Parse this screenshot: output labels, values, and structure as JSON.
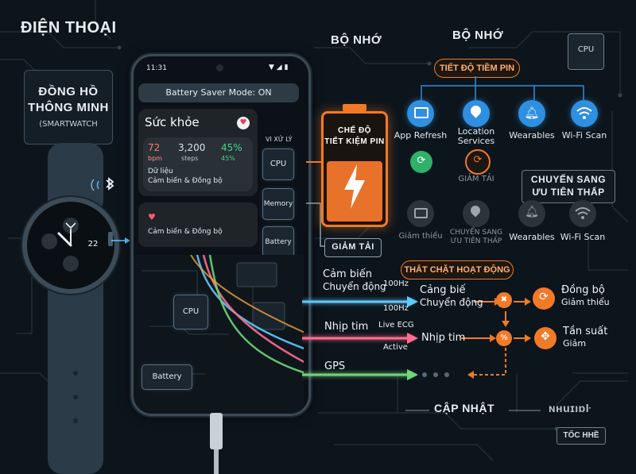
{
  "header": {
    "phone_title": "ĐIỆN THOẠI",
    "memory_left": "BỘ NHỚ",
    "memory_right": "BỘ NHỚ",
    "cpu_top": "CPU"
  },
  "smartwatch": {
    "title_line1": "ĐỒNG HỒ",
    "title_line2": "THÔNG MINH",
    "subtitle": "(SMARTWATCH",
    "face_value": "22"
  },
  "phone": {
    "time": "11:31",
    "banner": "Battery Saver Mode: ON",
    "health_title": "Sức khỏe",
    "metrics": [
      {
        "value": "72",
        "unit": "bpm",
        "color": "#ff7a6a"
      },
      {
        "value": "3,200",
        "unit": "steps",
        "color": "#d9e2e8"
      },
      {
        "value": "45%",
        "unit": "45%",
        "color": "#3fd68a"
      }
    ],
    "data_line1": "Dữ liệu",
    "data_line2": "Cảm biến & Đồng bộ",
    "card2_label": "Cảm biến & Đồng bộ",
    "processor_label": "VI XỬ LÝ",
    "cpu_chip": "CPU",
    "memory_chip": "Memory",
    "battery_chip": "Battery",
    "board_cpu": "CPU",
    "board_battery": "Battery"
  },
  "battery_saver": {
    "label_line1": "CHẾ ĐỘ",
    "label_line2": "TIẾT KIỆM PIN",
    "progress_pill": "TIẾT ĐỘ TIỀM PIN",
    "reduce_load": "GIẢM TẢI",
    "reduce_load_small": "GIẢM TẢI"
  },
  "active_services": [
    {
      "label": "App Refresh",
      "icon": "mail-icon",
      "color": "#2f8fe0"
    },
    {
      "label": "Location\nServices",
      "icon": "location-pin-icon",
      "color": "#2f8fe0"
    },
    {
      "label": "Wearables",
      "icon": "bell-icon",
      "color": "#2f8fe0"
    },
    {
      "label": "Wi-Fi Scan",
      "icon": "wifi-icon",
      "color": "#2f8fe0"
    }
  ],
  "deprioritized": {
    "title_line1": "CHUYỂN SANG",
    "title_line2": "ƯU TIÊN THẤP",
    "items": [
      {
        "label": "Giảm thiểu",
        "icon": "mail-icon"
      },
      {
        "label": "CHUYỂN SANG\nƯU TIÊN THẤP",
        "icon": "location-pin-icon"
      },
      {
        "label": "Wearables",
        "icon": "bell-icon"
      },
      {
        "label": "Wi-Fi Scan",
        "icon": "wifi-icon"
      }
    ]
  },
  "flows": {
    "tighten_pill": "THẮT CHẶT HOẠT ĐỘNG",
    "motion_in_line1": "Cảm biến",
    "motion_in_line2": "Chuyển động",
    "rate_top": "100Hz",
    "rate_bottom": "100Hz",
    "motion_out_line1": "Cảng biế",
    "motion_out_line2": "Chuyển động",
    "sync_line1": "Đồng bộ",
    "sync_line2": "Giảm thiểu",
    "heart_in": "Nhịp tim",
    "live_ecg": "Live ECG",
    "active": "Active",
    "heart_out": "Nhịp tim",
    "freq_line1": "Tần suất",
    "freq_line2": "Giảm",
    "gps": "GPS",
    "update": "CẬP NHẬT",
    "update_right": "ɴʜuɪıɒŀ",
    "speed_tag": "TỐC HHỀ"
  },
  "colors": {
    "orange": "#f07a28",
    "blue": "#2f8fe0",
    "cyan": "#5fc8ff",
    "pink": "#ff6f8f",
    "green": "#6fd67a",
    "background": "#0d151c"
  }
}
